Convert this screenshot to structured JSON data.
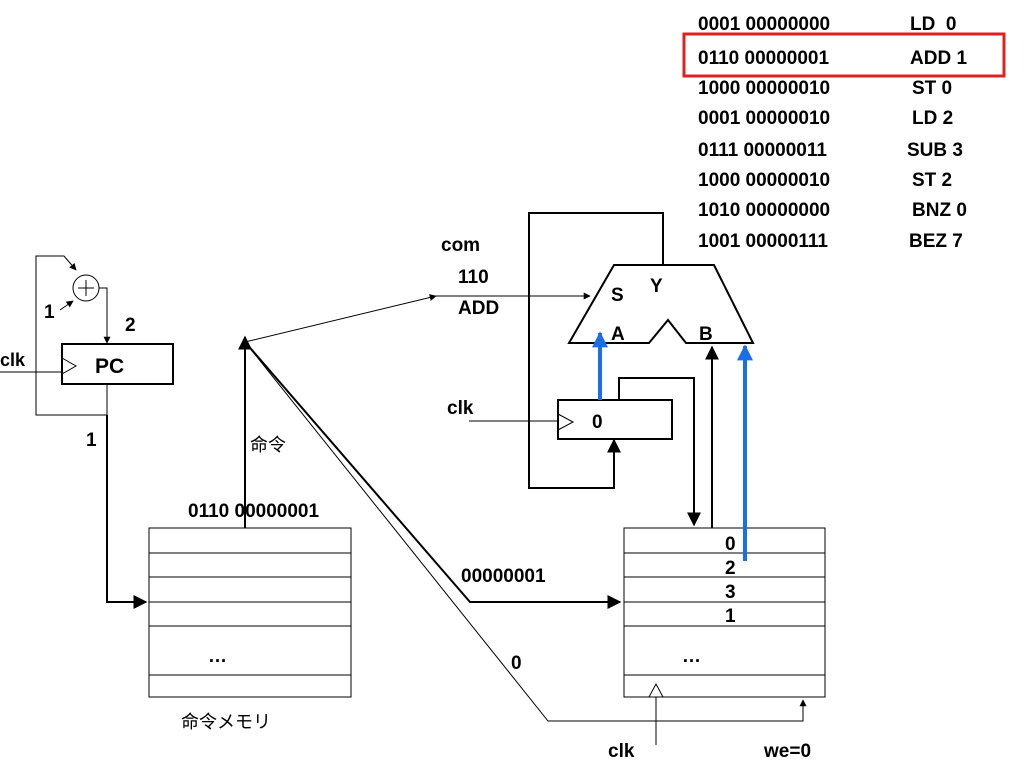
{
  "program": [
    {
      "code": "0001 00000000",
      "asm": "LD  0"
    },
    {
      "code": "0110 00000001",
      "asm": "ADD 1"
    },
    {
      "code": "1000 00000010",
      "asm": "ST 0"
    },
    {
      "code": "0001 00000010",
      "asm": "LD 2"
    },
    {
      "code": "0111 00000011",
      "asm": "SUB 3"
    },
    {
      "code": "1000 00000010",
      "asm": "ST 2"
    },
    {
      "code": "1010 00000000",
      "asm": "BNZ 0"
    },
    {
      "code": "1001 00000111",
      "asm": "BEZ 7"
    }
  ],
  "highlight_color": "#e02020",
  "pc": {
    "label": "PC",
    "clk": "clk",
    "increment": "1",
    "next_value": "2",
    "output_value": "1"
  },
  "instruction_memory": {
    "label": "命令メモリ",
    "word": "0110 00000001",
    "bus_label": "命令",
    "ellipsis": "…"
  },
  "control": {
    "com": "com",
    "opcode": "110",
    "op_name": "ADD",
    "operand": "00000001",
    "we_addr": "0",
    "we": "we=0",
    "clk": "clk"
  },
  "alu": {
    "s": "S",
    "y": "Y",
    "a": "A",
    "b": "B"
  },
  "accumulator": {
    "value": "0",
    "clk": "clk"
  },
  "data_memory": {
    "values": [
      "0",
      "2",
      "3",
      "1"
    ],
    "ellipsis": "…"
  },
  "bus_color": "#1a6fe8"
}
